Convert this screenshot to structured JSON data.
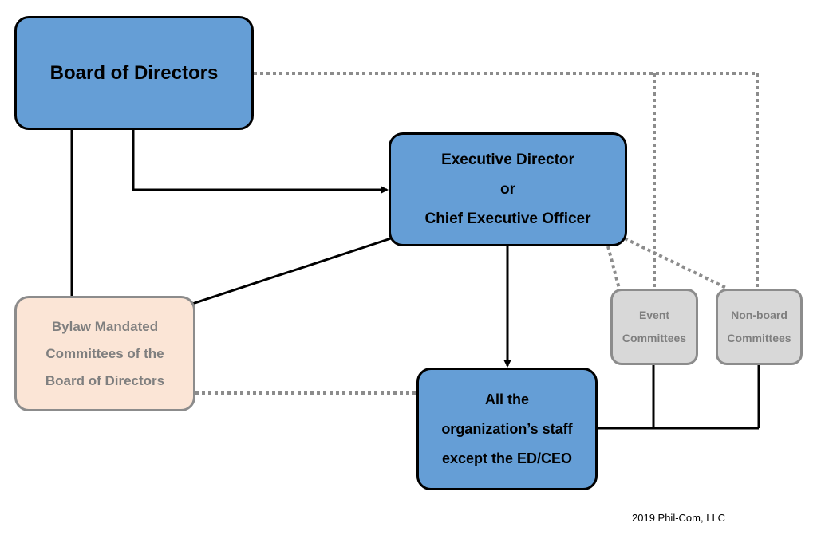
{
  "nodes": {
    "board": {
      "label": "Board of Directors"
    },
    "executive": {
      "lines": [
        "Executive Director",
        "or",
        "Chief Executive Officer"
      ]
    },
    "staff": {
      "lines": [
        "All the",
        "organization’s staff",
        "except the ED/CEO"
      ]
    },
    "bylaw": {
      "lines": [
        "Bylaw Mandated",
        "Committees of the",
        "Board of Directors"
      ]
    },
    "event": {
      "lines": [
        "Event",
        "Committees"
      ]
    },
    "nonboard": {
      "lines": [
        "Non-board",
        "Committees"
      ]
    }
  },
  "colors": {
    "main_box": "#659ed6",
    "committee_box": "#d8d8d8",
    "bylaw_box": "#fbe5d6",
    "muted_text": "#7f7f7f",
    "dotted_line": "#8c8c8c"
  },
  "footer": {
    "copyright": "2019 Phil-Com, LLC"
  }
}
